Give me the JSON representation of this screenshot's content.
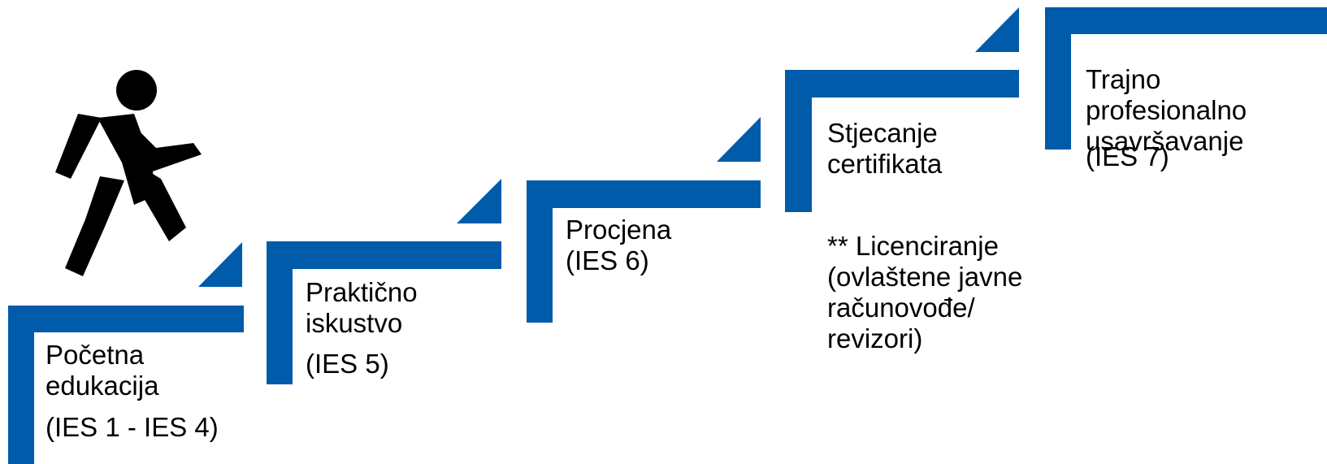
{
  "colors": {
    "step": "#005BAA",
    "figure": "#000000",
    "text": "#000000"
  },
  "icons": {
    "walker": "walking-person-icon"
  },
  "steps": [
    {
      "title": "Početna\nedukacija",
      "ies": "(IES 1 - IES 4)"
    },
    {
      "title": "Praktično\niskustvo",
      "ies": "(IES 5)"
    },
    {
      "title": "Procjena\n(IES 6)",
      "ies": ""
    },
    {
      "title": "Stjecanje\ncertifikata",
      "ies": ""
    },
    {
      "title": "Trajno\nprofesionalno\nusavršavanje",
      "ies": "(IES 7)"
    }
  ],
  "note": "**  Licenciranje\n(ovlaštene javne\nračunovođe/\nrevizori)"
}
